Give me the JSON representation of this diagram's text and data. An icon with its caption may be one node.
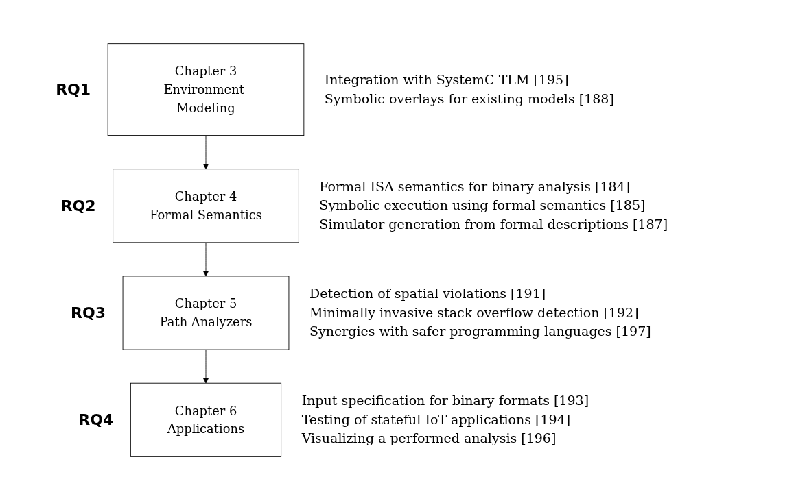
{
  "diagram": {
    "nodes": [
      {
        "text": [
          "Chapter 3",
          "Environment Modeling"
        ],
        "beside": [
          "RQ1",
          "Integration with SystemC TLM [195]",
          "Symbolic overlays for existing models [188]"
        ]
      },
      {
        "text": [
          "Chapter 4",
          "Formal Semantics"
        ],
        "beside": [
          "RQ2",
          "Formal ISA semantics for binary analysis [184]",
          "Symbolic execution using formal semantics [185]",
          "Simulator generation from formal descriptions [187]"
        ]
      },
      {
        "text": [
          "Chapter 5",
          "Path Analyzers"
        ],
        "beside": [
          "RQ3",
          "Detection of spatial violations [191]",
          "Minimally invasive stack overflow detection [192]",
          "Synergies with safer programming languages [197]"
        ]
      },
      {
        "text": [
          "Chapter 6",
          "Applications"
        ],
        "beside": [
          "RQ4",
          "Input specification for binary formats [193]",
          "Testing of stateful IoT applications [194]",
          "Visualizing a performed analysis [196]"
        ]
      }
    ],
    "edges": [
      {
        "from": 0,
        "to": 1,
        "arrow": "to"
      },
      {
        "from": 1,
        "to": 2,
        "arrow": "to"
      },
      {
        "from": 2,
        "to": 3,
        "arrow": "to"
      }
    ]
  }
}
